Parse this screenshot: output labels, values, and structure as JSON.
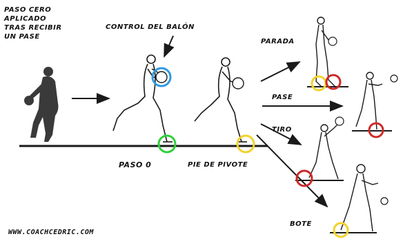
{
  "title_lines": [
    "PASO CERO",
    "APLICADO",
    "TRAS RECIBIR",
    "UN PASE"
  ],
  "labels": {
    "control": "CONTROL DEL BALÓN",
    "paso0": "PASO 0",
    "pivote": "PIE DE PIVOTE",
    "parada": "PARADA",
    "pase": "PASE",
    "tiro": "TIRO",
    "bote": "BOTE",
    "website": "WWW.COACHCEDRIC.COM"
  },
  "colors": {
    "green": "#2fcf3a",
    "blue": "#2f9ae0",
    "yellow": "#f2d22a",
    "red": "#cc2a2a",
    "ink": "#1a1a1a",
    "silhouette": "#3a3a3a"
  }
}
